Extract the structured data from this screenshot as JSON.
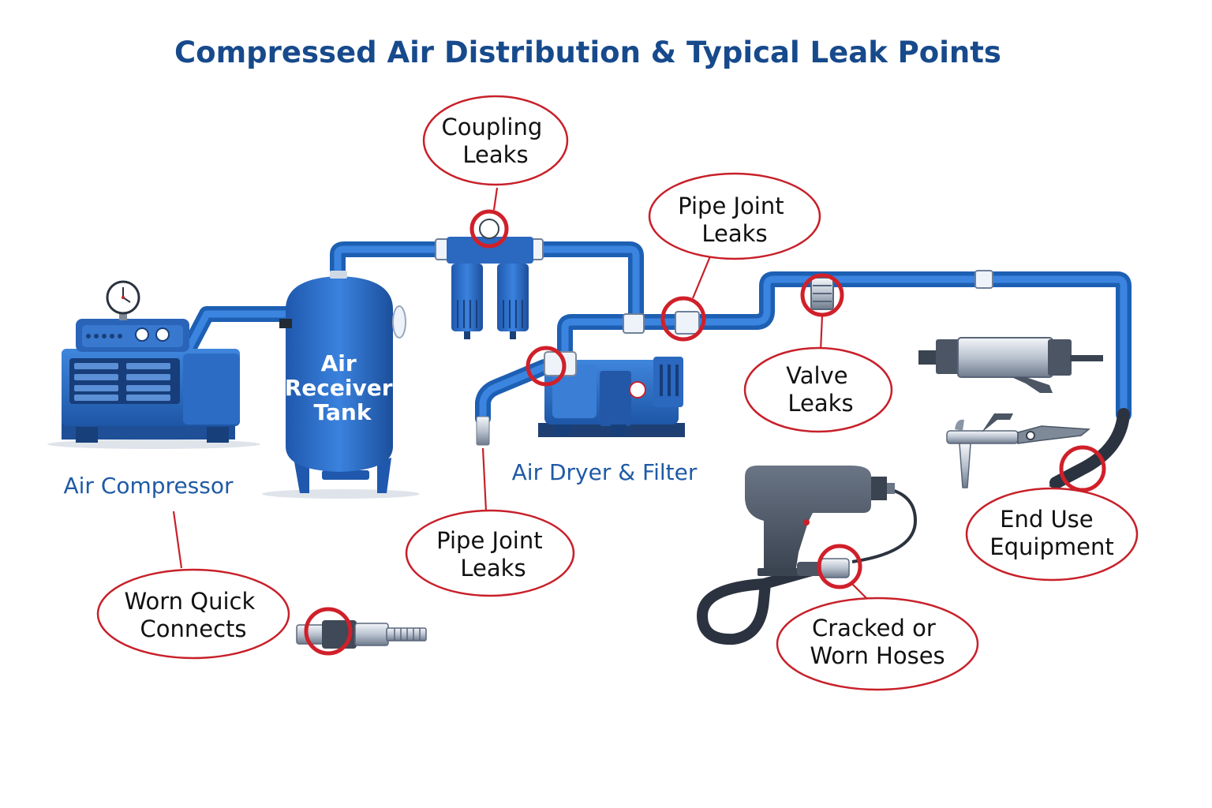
{
  "title": "Compressed Air Distribution & Typical Leak Points",
  "equipment_labels": {
    "compressor": "Air Compressor",
    "tank": [
      "Air",
      "Receiver",
      "Tank"
    ],
    "dryer": "Air Dryer & Filter"
  },
  "callouts": {
    "coupling": [
      "Coupling",
      "Leaks"
    ],
    "pipe_joint_top": [
      "Pipe Joint",
      "Leaks"
    ],
    "valve": [
      "Valve",
      "Leaks"
    ],
    "pipe_joint_bottom": [
      "Pipe Joint",
      "Leaks"
    ],
    "quick_connects": [
      "Worn Quick",
      "Connects"
    ],
    "hoses": [
      "Cracked or",
      "Worn Hoses"
    ],
    "end_use": [
      "End Use",
      "Equipment"
    ]
  },
  "colors": {
    "title": "#174a8c",
    "pipe": "#1d5fb3",
    "equipment": "#2a6ac4",
    "leak_marker": "#d0202a",
    "tool": "#4b5564"
  }
}
